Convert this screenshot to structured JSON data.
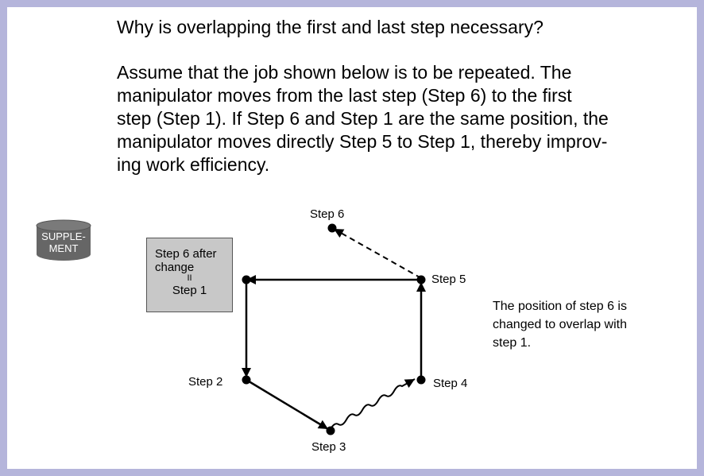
{
  "question": "Why is overlapping the first and last step necessary?",
  "answer_lines": [
    "Assume that the job shown below is to be repeated.  The",
    "manipulator moves from the last step (Step 6) to the first",
    "step (Step 1). If Step 6 and Step 1 are the same position, the",
    "manipulator moves directly Step 5 to Step 1, thereby improv-",
    "ing work efficiency."
  ],
  "supplement_badge": {
    "line1": "SUPPLE-",
    "line2": "MENT",
    "color": "#666666"
  },
  "diagram": {
    "step_labels": {
      "step2": "Step 2",
      "step3": "Step 3",
      "step4": "Step 4",
      "step5": "Step 5",
      "step6": "Step 6"
    },
    "change_box": {
      "line1": "Step 6 after",
      "line2": "change",
      "equals": "II",
      "line4": "Step 1",
      "fill": "#c8c8c8"
    },
    "note_lines": [
      "The position of step 6 is",
      "changed to overlap with",
      "step 1."
    ]
  },
  "colors": {
    "frame_border": "#b5b5db",
    "ink": "#000000"
  }
}
